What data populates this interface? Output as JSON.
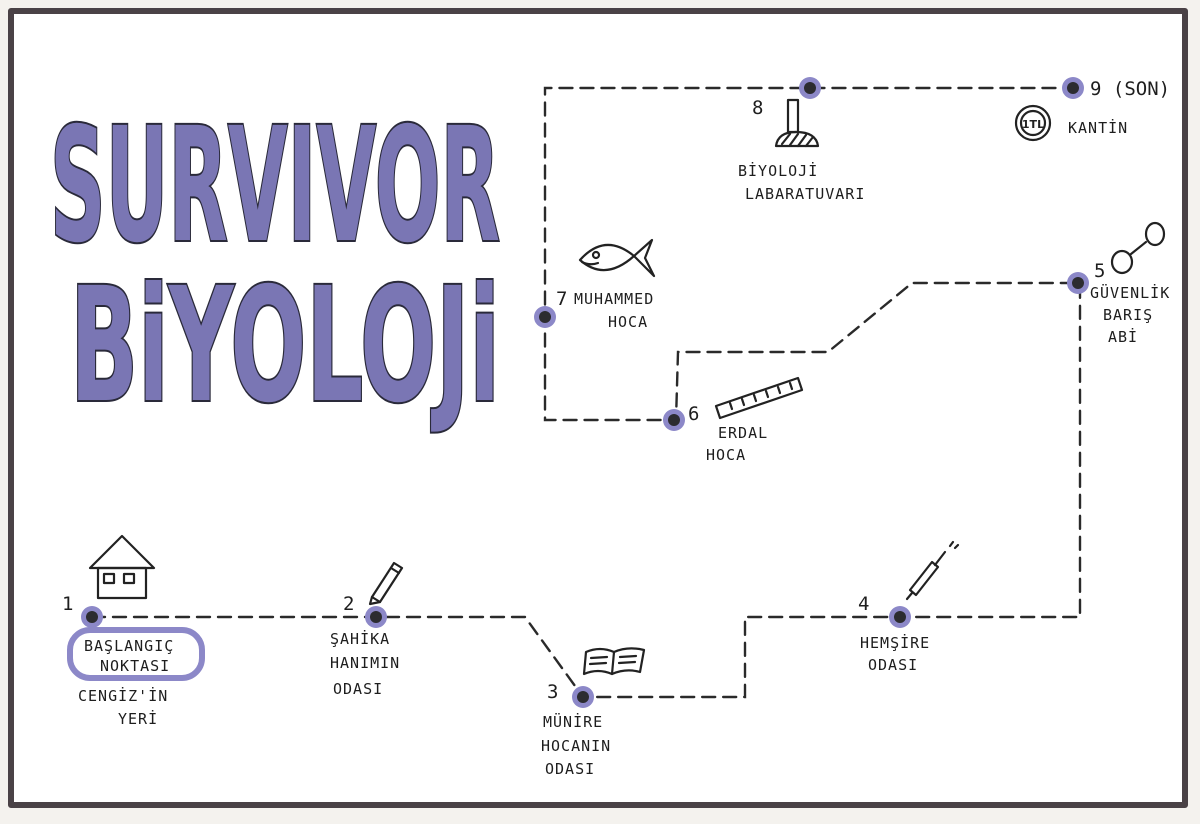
{
  "title": {
    "line1": "SURVIVOR",
    "line2": "BiYOLOJi"
  },
  "colors": {
    "title_fill": "#7a76b4",
    "stop_halo": "#8c88c8",
    "ink": "#222222"
  },
  "stops": [
    {
      "number": "1",
      "label_lines": [
        "CENGİZ'İN",
        "YERİ"
      ],
      "badge_lines": [
        "BAŞLANGIÇ",
        "NOKTASI"
      ],
      "icon": "house-icon"
    },
    {
      "number": "2",
      "label_lines": [
        "ŞAHİKA",
        "HANIMIN",
        "ODASI"
      ],
      "icon": "pencil-icon"
    },
    {
      "number": "3",
      "label_lines": [
        "MÜNİRE",
        "HOCANIN",
        "ODASI"
      ],
      "icon": "book-icon"
    },
    {
      "number": "4",
      "label_lines": [
        "HEMŞİRE",
        "ODASI"
      ],
      "icon": "syringe-icon"
    },
    {
      "number": "5",
      "label_lines": [
        "GÜVENLİK",
        "BARIŞ",
        "ABİ"
      ],
      "icon": "handcuffs-icon"
    },
    {
      "number": "6",
      "label_lines": [
        "ERDAL",
        "HOCA"
      ],
      "icon": "ruler-icon"
    },
    {
      "number": "7",
      "label_lines": [
        "MUHAMMED",
        "HOCA"
      ],
      "icon": "fish-icon"
    },
    {
      "number": "8",
      "label_lines": [
        "BİYOLOJİ",
        "LABARATUVARI"
      ],
      "icon": "microscope-icon"
    },
    {
      "number": "9 (SON)",
      "label_lines": [
        "KANTİN"
      ],
      "icon": "coin-icon",
      "coin_text": "1TL"
    }
  ]
}
